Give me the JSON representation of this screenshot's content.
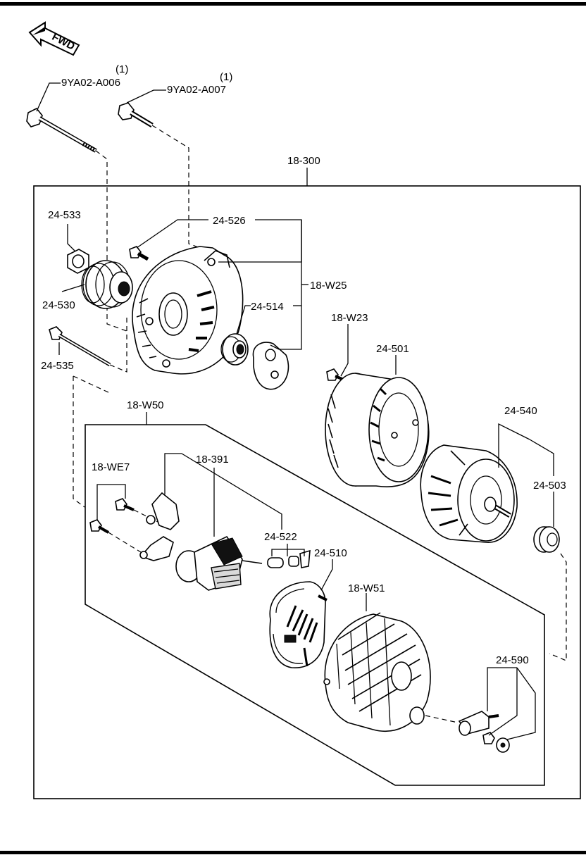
{
  "fwd_label": "FWD",
  "callouts": {
    "bolt_long": {
      "code": "9YA02-A006",
      "note": "(1)"
    },
    "bolt_short": {
      "code": "9YA02-A007",
      "note": "(1)"
    },
    "kit": "18-300",
    "front_cover_assy": "18-W25",
    "screw_526": "24-526",
    "nut": "24-533",
    "pulley": "24-530",
    "bearing": "24-514",
    "through_bolt": "24-535",
    "stator_screw": "18-W23",
    "stator": "24-501",
    "rotor": "24-540",
    "rear_bearing": "24-503",
    "rear_assy": "18-W50",
    "screw_we7": "18-WE7",
    "regulator": "18-391",
    "brush": "24-522",
    "rectifier": "24-510",
    "rear_cover": "18-W51",
    "terminal": "24-590"
  }
}
